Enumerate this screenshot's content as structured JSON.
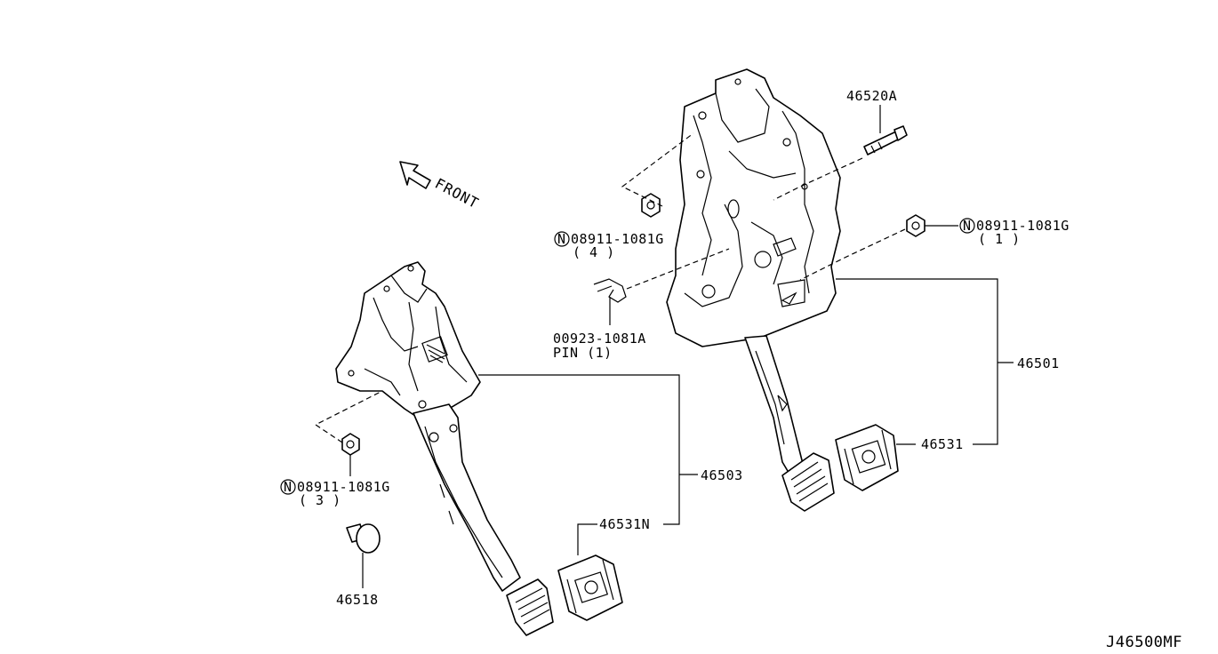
{
  "diagram_id": "J46500MF",
  "front_label": "FRONT",
  "nut_symbol": "N",
  "labels": {
    "p46520A": "46520A",
    "nut_upper_right": "08911-1081G",
    "nut_upper_right_qty": "( 1 )",
    "nut_upper_left": "08911-1081G",
    "nut_upper_left_qty": "( 4 )",
    "pin_part": "00923-1081A",
    "pin_desc": "PIN (1)",
    "p46501": "46501",
    "p46531": "46531",
    "p46503": "46503",
    "p46531N": "46531N",
    "nut_lower": "08911-1081G",
    "nut_lower_qty": "( 3 )",
    "p46518": "46518"
  }
}
